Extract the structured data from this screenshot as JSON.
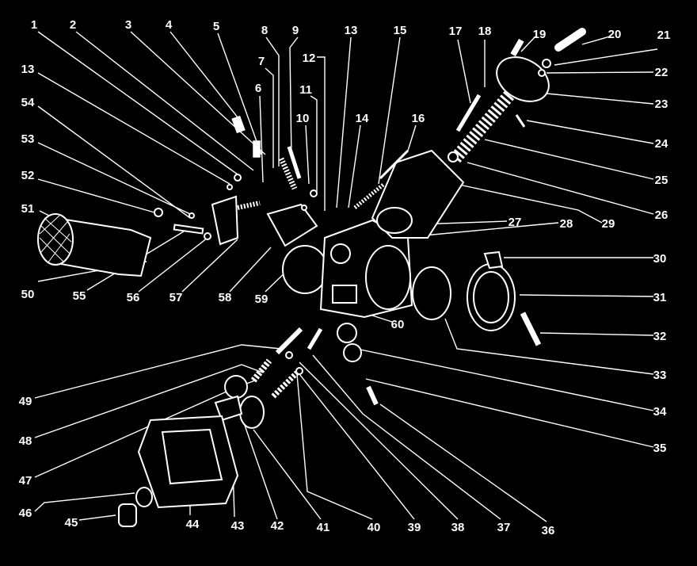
{
  "title": "Carburetor exploded parts diagram",
  "colors": {
    "background": "#000000",
    "ink": "#ffffff"
  },
  "labels": {
    "l1": "1",
    "l2": "2",
    "l3": "3",
    "l4": "4",
    "l5": "5",
    "l6": "6",
    "l7": "7",
    "l8": "8",
    "l9": "9",
    "l10": "10",
    "l11": "11",
    "l12": "12",
    "l13a": "13",
    "l13b": "13",
    "l14": "14",
    "l15": "15",
    "l16": "16",
    "l17": "17",
    "l18": "18",
    "l19": "19",
    "l20": "20",
    "l21": "21",
    "l22": "22",
    "l23": "23",
    "l24": "24",
    "l25": "25",
    "l26": "26",
    "l27": "27",
    "l28": "28",
    "l29": "29",
    "l30": "30",
    "l31": "31",
    "l32": "32",
    "l33": "33",
    "l34": "34",
    "l35": "35",
    "l36": "36",
    "l37": "37",
    "l38": "38",
    "l39": "39",
    "l40": "40",
    "l41": "41",
    "l42": "42",
    "l43": "43",
    "l44": "44",
    "l45": "45",
    "l46": "46",
    "l47": "47",
    "l48": "48",
    "l49": "49",
    "l50": "50",
    "l51": "51",
    "l52": "52",
    "l53": "53",
    "l54": "54",
    "l55": "55",
    "l56": "56",
    "l57": "57",
    "l58": "58",
    "l59": "59",
    "l60": "60"
  }
}
